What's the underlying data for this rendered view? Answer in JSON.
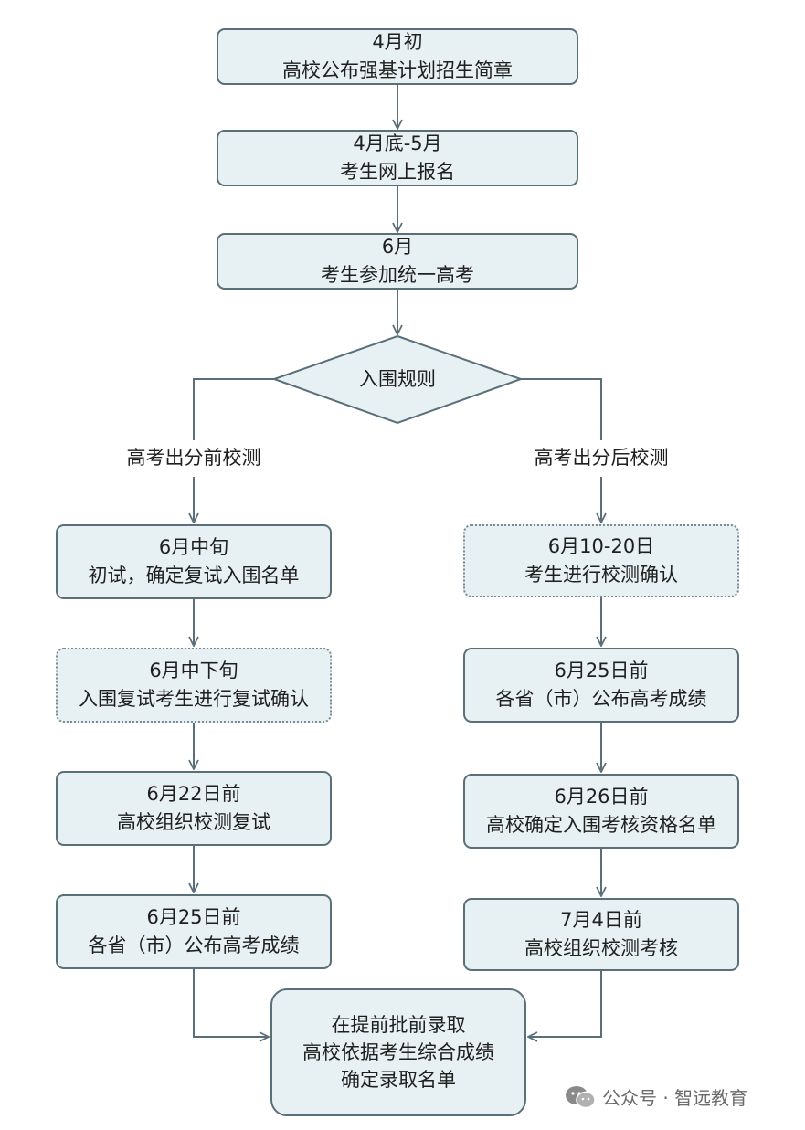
{
  "nodes": {
    "announce": {
      "line1": "4月初",
      "line2": "高校公布强基计划招生简章"
    },
    "register": {
      "line1": "4月底-5月",
      "line2": "考生网上报名"
    },
    "gaokao": {
      "line1": "6月",
      "line2": "考生参加统一高考"
    },
    "decision": {
      "label": "入围规则"
    }
  },
  "branches": {
    "left_label": "高考出分前校测",
    "right_label": "高考出分后校测"
  },
  "left_steps": [
    {
      "line1": "6月中旬",
      "line2": "初试，确定复试入围名单"
    },
    {
      "line1": "6月中下旬",
      "line2": "入围复试考生进行复试确认"
    },
    {
      "line1": "6月22日前",
      "line2": "高校组织校测复试"
    },
    {
      "line1": "6月25日前",
      "line2": "各省（市）公布高考成绩"
    }
  ],
  "right_steps": [
    {
      "line1": "6月10-20日",
      "line2": "考生进行校测确认"
    },
    {
      "line1": "6月25日前",
      "line2": "各省（市）公布高考成绩"
    },
    {
      "line1": "6月26日前",
      "line2": "高校确定入围考核资格名单"
    },
    {
      "line1": "7月4日前",
      "line2": "高校组织校测考核"
    }
  ],
  "final": {
    "line1": "在提前批前录取",
    "line2": "高校依据考生综合成绩",
    "line3": "确定录取名单"
  },
  "watermark": {
    "text": "公众号 · 智远教育",
    "icon": "wechat-icon"
  },
  "colors": {
    "box_fill": "#e7f0f3",
    "box_border": "#5b6f78",
    "line": "#5b6f78"
  }
}
